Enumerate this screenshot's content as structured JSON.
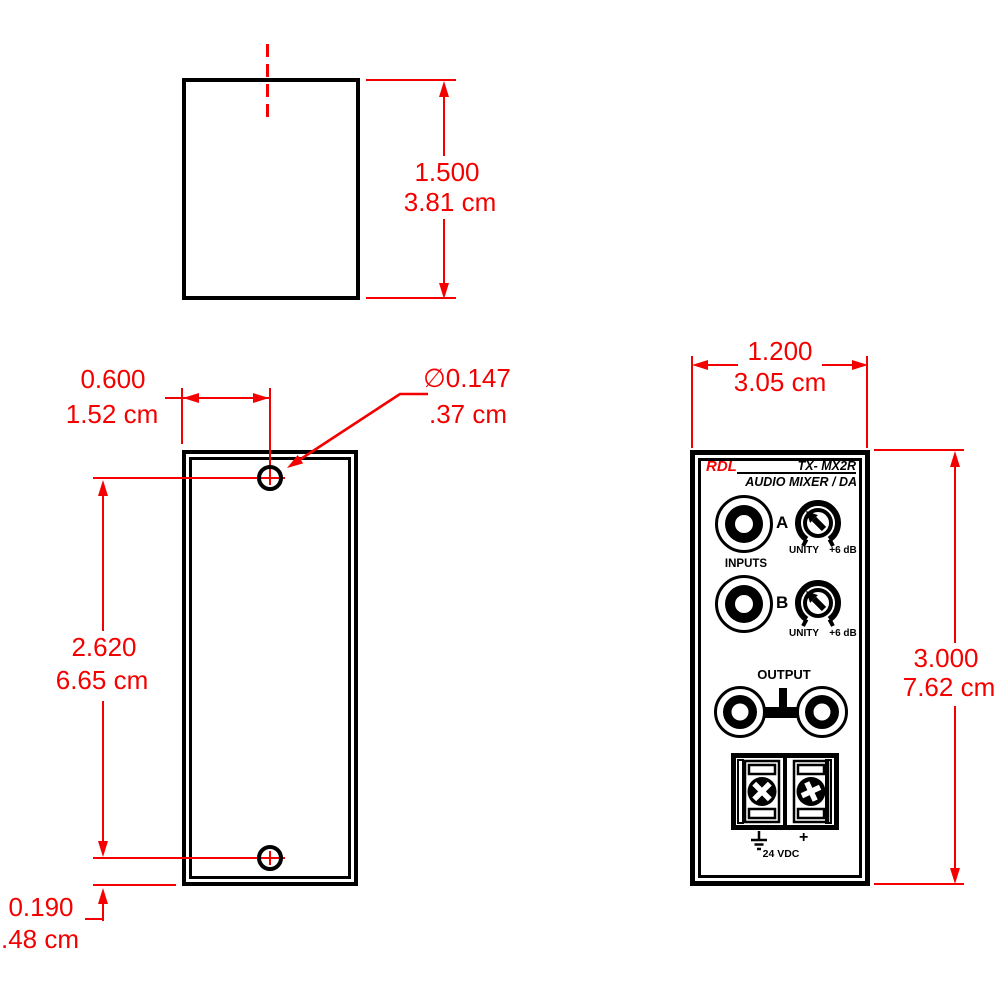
{
  "colors": {
    "dimension_red": "#f40000",
    "line_black": "#000000",
    "background": "#ffffff"
  },
  "dims": {
    "top_height_in": "1.500",
    "top_height_cm": "3.81 cm",
    "hole_offset_in": "0.600",
    "hole_offset_cm": "1.52 cm",
    "hole_dia_in": "∅0.147",
    "hole_dia_cm": ".37 cm",
    "hole_spacing_in": "2.620",
    "hole_spacing_cm": "6.65 cm",
    "bottom_offset_in": "0.190",
    "bottom_offset_cm": ".48 cm",
    "panel_width_in": "1.200",
    "panel_width_cm": "3.05 cm",
    "panel_height_in": "3.000",
    "panel_height_cm": "7.62 cm"
  },
  "panel": {
    "brand": "RDL",
    "model": "TX- MX2R",
    "subtitle": "AUDIO MIXER / DA",
    "input_a": "A",
    "input_b": "B",
    "inputs_label": "INPUTS",
    "knob_left": "UNITY",
    "knob_right": "+6 dB",
    "output_label": "OUTPUT",
    "polarity_plus": "+",
    "power_label": "24 VDC"
  }
}
